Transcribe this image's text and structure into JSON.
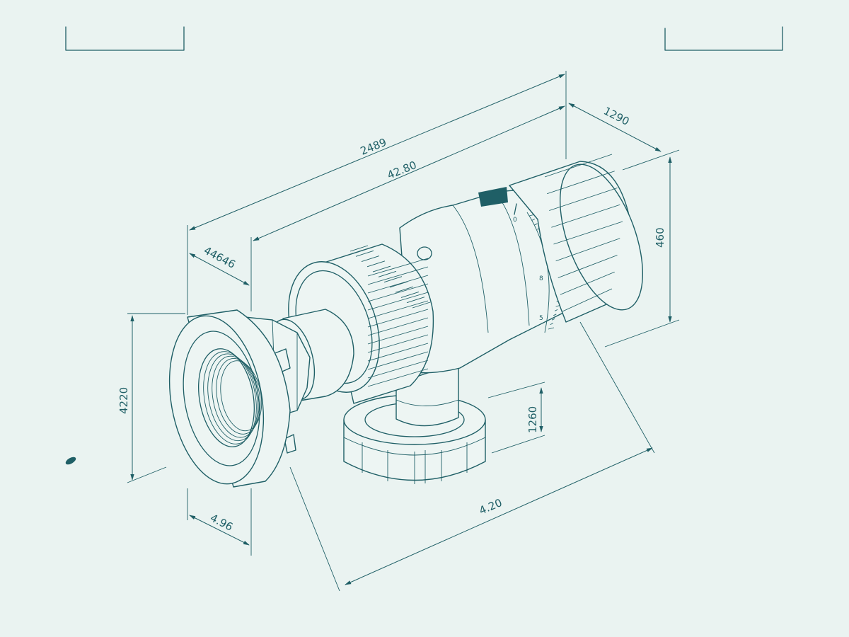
{
  "dimensions": {
    "overall_length": "2489",
    "body_length": "42.80",
    "head_depth": "1290",
    "head_height": "460",
    "nut_offset": "44646",
    "flange_height": "4220",
    "flange_width": "4.96",
    "outlet_height": "1260",
    "base_length": "4.20"
  },
  "scale_marks": {
    "mark_1": "0",
    "mark_2": "8",
    "mark_3": "5"
  },
  "colors": {
    "ink": "#1f5f66",
    "paper": "#eaf3f1",
    "indicator": "#1f5f66"
  }
}
